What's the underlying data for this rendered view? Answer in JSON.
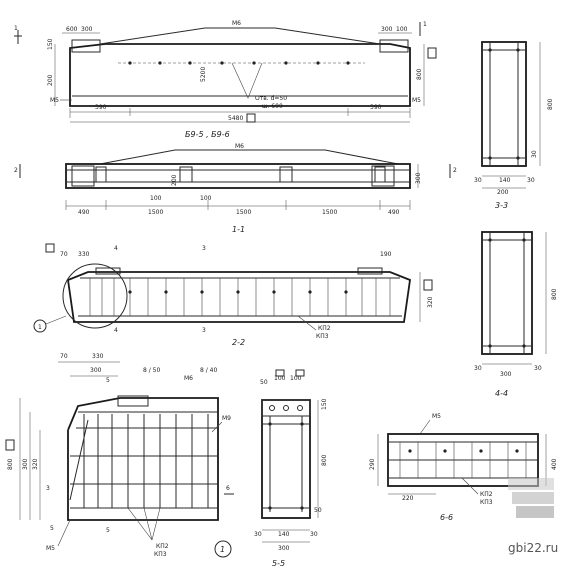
{
  "views": {
    "elevation": {
      "title": "Б9-5 , Б9-6",
      "top_bar": "М6",
      "left_plate": "М5",
      "right_plate": "М5",
      "dim_600": "600",
      "dim_300": "300",
      "dim_150": "150",
      "dim_200": "200",
      "dim_390_left": "390",
      "dim_390_right": "390",
      "dim_300_r": "300",
      "dim_100_r": "100",
      "height_800": "800",
      "height_mark": "[]",
      "center_5200": "5200",
      "holes_note_1": "Отв. d=50",
      "holes_note_2": "ш. 600",
      "length_5480": "5480",
      "length_mark": "[]",
      "section_mark": "1"
    },
    "section_1_1": {
      "title": "1-1",
      "top_bar": "М6",
      "section_mark": "2",
      "dims": [
        "490",
        "1500",
        "1500",
        "1500",
        "490"
      ],
      "dim_100a": "100",
      "dim_100b": "100",
      "dim_200": "200",
      "dim_300": "300"
    },
    "section_3_3": {
      "title": "3-3",
      "height": "800",
      "dims": [
        "30",
        "140",
        "30"
      ],
      "width": "200",
      "dim_30": "30"
    },
    "section_2_2": {
      "title": "2-2",
      "dim_330": "330",
      "dim_190": "190",
      "dim_320": "320",
      "mark_4": "4",
      "mark_3": "3",
      "mark_1": "1",
      "kp2": "КП2",
      "kp3": "КП3"
    },
    "section_4_4": {
      "title": "4-4",
      "height": "800",
      "dims": [
        "30",
        "300",
        "30"
      ]
    },
    "detail_1": {
      "dim_70": "70",
      "dim_330": "330",
      "dim_300": "300",
      "note_a": "8 / 50",
      "note_b": "8 / 40",
      "m6": "М6",
      "m9": "М9",
      "m5": "М5",
      "h_800": "800",
      "h_300": "300",
      "h_320": "320",
      "mark_5": "5",
      "mark_6": "6",
      "mark_3": "3",
      "kp2": "КП2",
      "kp3": "КП3",
      "detail_mark": "1"
    },
    "section_5_5": {
      "title": "5-5",
      "dims_top": [
        "50",
        "100",
        "100"
      ],
      "dim_150": "150",
      "height": "800",
      "dims_bottom": [
        "30",
        "140",
        "30"
      ],
      "width": "300",
      "dim_50": "50"
    },
    "section_6_6": {
      "title": "6-6",
      "m5": "М5",
      "dim_290": "290",
      "dim_220": "220",
      "dim_400": "400",
      "kp2": "КП2",
      "kp3": "КП3"
    }
  },
  "watermark": "gbi22.ru"
}
